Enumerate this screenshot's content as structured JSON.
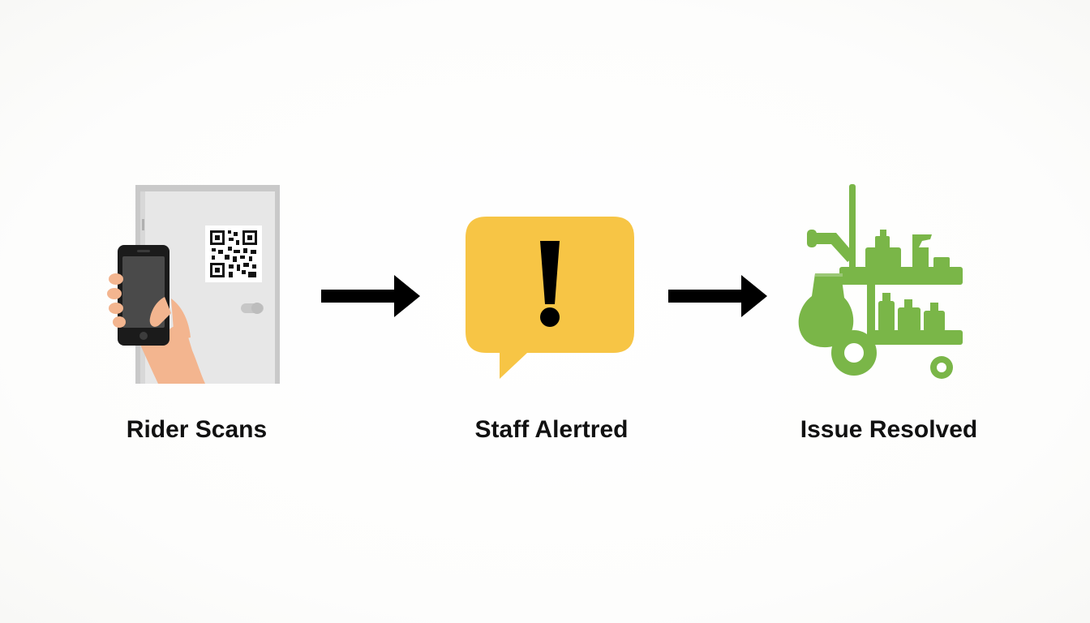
{
  "steps": [
    {
      "label": "Rider Scans",
      "icon": "qr-door-phone-icon"
    },
    {
      "label": "Staff Alertred",
      "icon": "alert-bubble-icon"
    },
    {
      "label": "Issue Resolved",
      "icon": "cleaning-cart-icon"
    }
  ],
  "arrow_icon": "right-arrow-icon",
  "colors": {
    "door": "#e6e6e6",
    "door_frame": "#c9c9c9",
    "skin": "#f3b58f",
    "phone": "#1b1b1b",
    "alert": "#f7c545",
    "cart": "#7ab648",
    "arrow": "#000000",
    "text": "#111111"
  }
}
